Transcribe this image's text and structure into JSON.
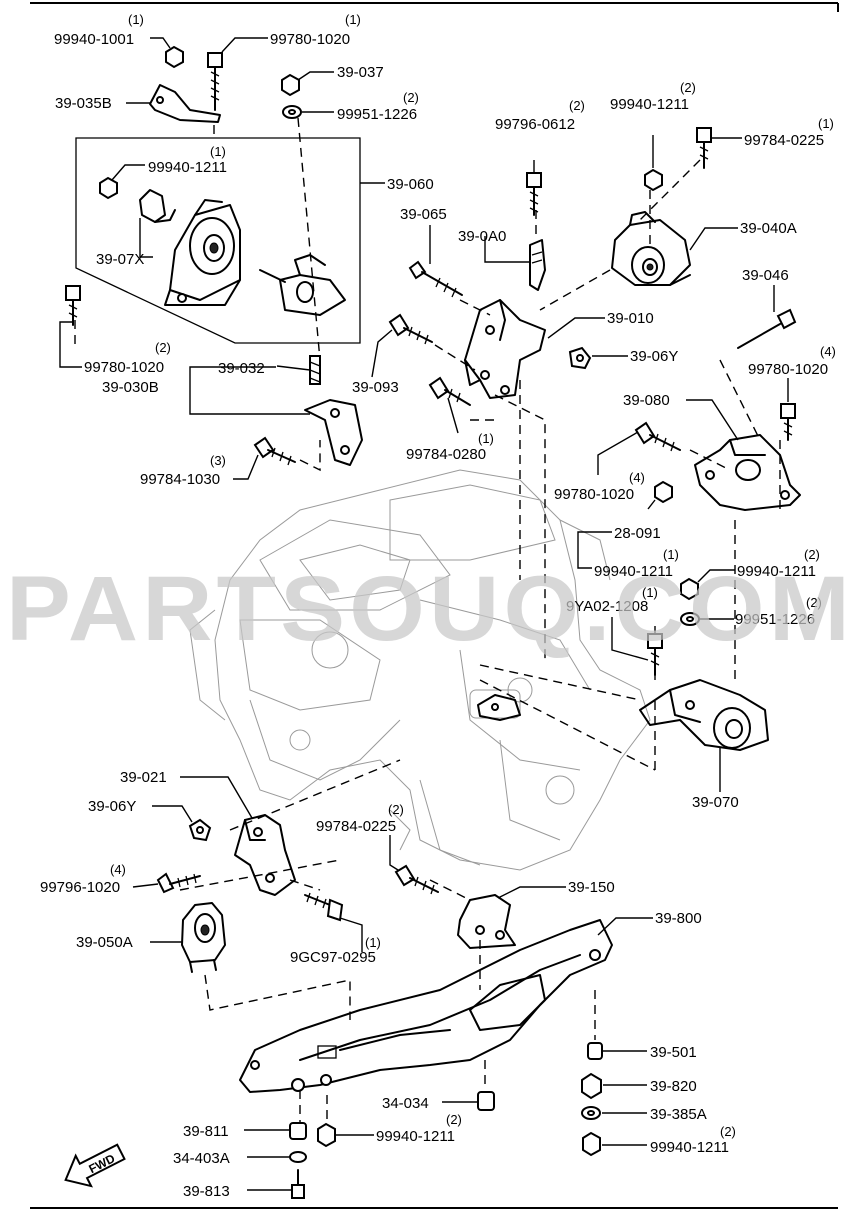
{
  "watermark": "PARTSOUQ.COM",
  "fwd_label": "FWD",
  "callouts": [
    {
      "id": "c01",
      "code": "99940-1001",
      "qty": "(1)"
    },
    {
      "id": "c02",
      "code": "99780-1020",
      "qty": "(1)"
    },
    {
      "id": "c03",
      "code": "39-037",
      "qty": ""
    },
    {
      "id": "c04",
      "code": "39-035B",
      "qty": ""
    },
    {
      "id": "c05",
      "code": "99951-1226",
      "qty": "(2)"
    },
    {
      "id": "c06",
      "code": "99940-1211",
      "qty": "(1)"
    },
    {
      "id": "c07",
      "code": "39-060",
      "qty": ""
    },
    {
      "id": "c08",
      "code": "39-07X",
      "qty": ""
    },
    {
      "id": "c09",
      "code": "99780-1020",
      "qty": "(2)"
    },
    {
      "id": "c10",
      "code": "39-032",
      "qty": ""
    },
    {
      "id": "c11",
      "code": "39-030B",
      "qty": ""
    },
    {
      "id": "c12",
      "code": "99784-1030",
      "qty": "(3)"
    },
    {
      "id": "c13",
      "code": "99796-0612",
      "qty": "(2)"
    },
    {
      "id": "c14",
      "code": "99940-1211",
      "qty": "(2)"
    },
    {
      "id": "c15",
      "code": "99784-0225",
      "qty": "(1)"
    },
    {
      "id": "c16",
      "code": "39-065",
      "qty": ""
    },
    {
      "id": "c17",
      "code": "39-0A0",
      "qty": ""
    },
    {
      "id": "c18",
      "code": "39-040A",
      "qty": ""
    },
    {
      "id": "c19",
      "code": "39-046",
      "qty": ""
    },
    {
      "id": "c20",
      "code": "39-010",
      "qty": ""
    },
    {
      "id": "c21",
      "code": "39-06Y",
      "qty": ""
    },
    {
      "id": "c22",
      "code": "39-093",
      "qty": ""
    },
    {
      "id": "c23",
      "code": "99780-1020",
      "qty": "(4)"
    },
    {
      "id": "c24",
      "code": "99784-0280",
      "qty": "(1)"
    },
    {
      "id": "c25",
      "code": "39-080",
      "qty": ""
    },
    {
      "id": "c26",
      "code": "99780-1020",
      "qty": "(4)"
    },
    {
      "id": "c27",
      "code": "28-091",
      "qty": ""
    },
    {
      "id": "c28",
      "code": "99940-1211",
      "qty": "(1)"
    },
    {
      "id": "c29",
      "code": "99940-1211",
      "qty": "(2)"
    },
    {
      "id": "c30",
      "code": "9YA02-1208",
      "qty": "(1)"
    },
    {
      "id": "c31",
      "code": "99951-1226",
      "qty": "(2)"
    },
    {
      "id": "c32",
      "code": "39-070",
      "qty": ""
    },
    {
      "id": "c33",
      "code": "39-021",
      "qty": ""
    },
    {
      "id": "c34",
      "code": "39-06Y",
      "qty": ""
    },
    {
      "id": "c35",
      "code": "99784-0225",
      "qty": "(2)"
    },
    {
      "id": "c36",
      "code": "99796-1020",
      "qty": "(4)"
    },
    {
      "id": "c37",
      "code": "39-150",
      "qty": ""
    },
    {
      "id": "c38",
      "code": "39-800",
      "qty": ""
    },
    {
      "id": "c39",
      "code": "39-050A",
      "qty": ""
    },
    {
      "id": "c40",
      "code": "9GC97-0295",
      "qty": "(1)"
    },
    {
      "id": "c41",
      "code": "39-501",
      "qty": ""
    },
    {
      "id": "c42",
      "code": "39-820",
      "qty": ""
    },
    {
      "id": "c43",
      "code": "34-034",
      "qty": ""
    },
    {
      "id": "c44",
      "code": "39-385A",
      "qty": ""
    },
    {
      "id": "c45",
      "code": "39-811",
      "qty": ""
    },
    {
      "id": "c46",
      "code": "99940-1211",
      "qty": "(2)"
    },
    {
      "id": "c47",
      "code": "99940-1211",
      "qty": "(2)"
    },
    {
      "id": "c48",
      "code": "34-403A",
      "qty": ""
    },
    {
      "id": "c49",
      "code": "39-813",
      "qty": ""
    }
  ]
}
